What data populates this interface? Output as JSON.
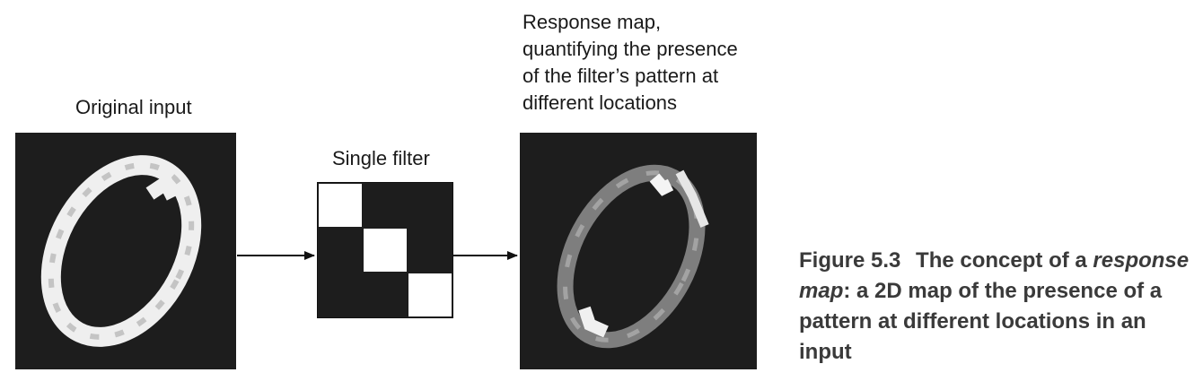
{
  "labels": {
    "original_input": "Original input",
    "single_filter": "Single filter",
    "response_map_lines": [
      "Response map,",
      "quantifying the presence",
      "of the filter’s pattern at",
      "different locations"
    ]
  },
  "filter": {
    "grid": [
      [
        1,
        0,
        0
      ],
      [
        0,
        1,
        0
      ],
      [
        0,
        0,
        1
      ]
    ]
  },
  "caption": {
    "figure_number": "Figure 5.3",
    "prefix": "The concept of a",
    "term": "response map",
    "rest": ": a 2D map of the presence of a pattern at different locations in an input"
  },
  "colors": {
    "panel_bg": "#1d1d1d",
    "digit": "#f2f2f2",
    "response_grey": "#8c8c8c",
    "caption": "#3a3a3a"
  }
}
